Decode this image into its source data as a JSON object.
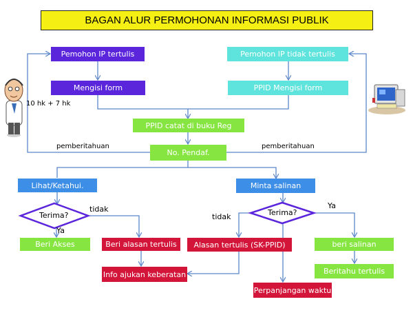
{
  "title": "BAGAN ALUR PERMOHONAN INFORMASI PUBLIK",
  "nodes": {
    "pemohon_tertulis": "Pemohon IP tertulis",
    "mengisi_form": "Mengisi form",
    "pemohon_tidak_tertulis": "Pemohon IP tidak tertulis",
    "ppid_mengisi_form": "PPID Mengisi form",
    "ppid_catat": "PPID catat di buku Reg",
    "no_pendaf": "No. Pendaf.",
    "lihat": "Lihat/Ketahui.",
    "minta_salinan": "Minta salinan",
    "terima_left": "Terima?",
    "terima_right": "Terima?",
    "beri_akses": "Beri Akses",
    "beri_alasan": "Beri alasan tertulis",
    "alasan_tertulis": "Alasan tertulis (SK-PPID)",
    "beri_salinan": "beri salinan",
    "beritahu_tertulis": "Beritahu tertulis",
    "info_keberatan": "Info ajukan keberatan",
    "perpanjangan": "Perpanjangan waktu"
  },
  "labels": {
    "deadline": "10 hk + 7 hk",
    "pemberitahuan_left": "pemberitahuan",
    "pemberitahuan_right": "pemberitahuan",
    "tidak_left": "tidak",
    "ya_left": "Ya",
    "tidak_right": "tidak",
    "ya_right": "Ya"
  },
  "colors": {
    "purple": "#5b25dc",
    "cyan": "#5fe3dd",
    "green": "#87e541",
    "blue": "#3d8ee6",
    "red": "#d4153a",
    "title_bg": "#f6ef14",
    "line": "#5b86c9"
  },
  "icons": {
    "person": "man-illustration",
    "computer": "computer-illustration"
  }
}
